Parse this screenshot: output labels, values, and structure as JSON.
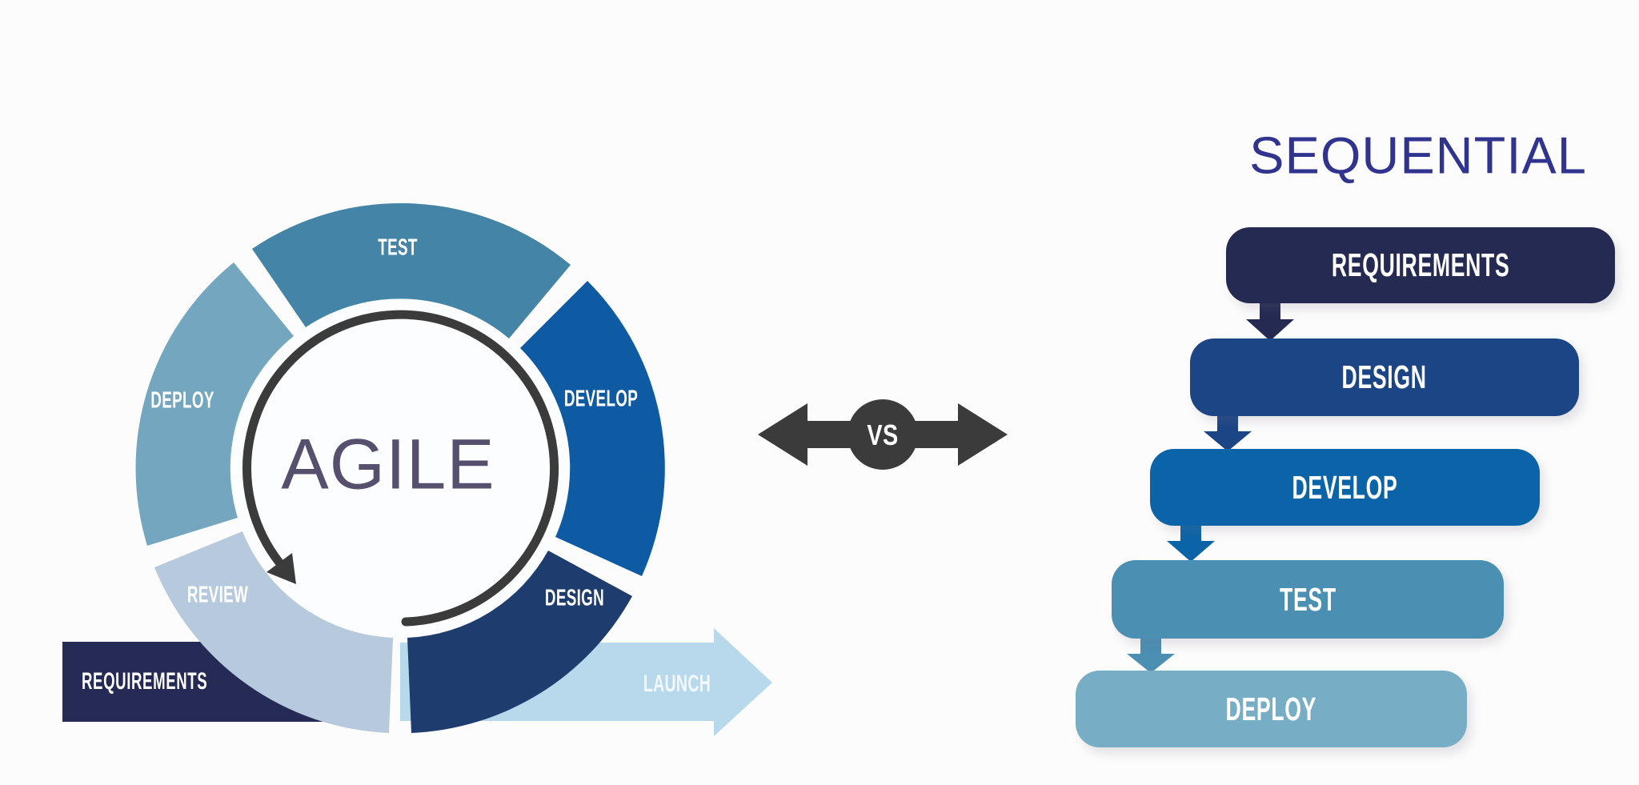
{
  "agile": {
    "center_label": "AGILE",
    "center_color": "#56506e",
    "cycle_arrow_color": "#3b3b3b",
    "segments": [
      {
        "label": "TEST",
        "color": "#4484a6"
      },
      {
        "label": "DEVELOP",
        "color": "#0e5ba4"
      },
      {
        "label": "DESIGN",
        "color": "#1e3c6d"
      },
      {
        "label": "REVIEW",
        "color": "#b6c9dd"
      },
      {
        "label": "DEPLOY",
        "color": "#74a7bf"
      }
    ],
    "banner": {
      "label": "REQUIREMENTS",
      "color": "#262b55"
    },
    "launch": {
      "label": "LAUNCH",
      "color": "#b8d8ec"
    }
  },
  "vs": {
    "label": "VS",
    "color": "#3b3b3b"
  },
  "sequential": {
    "title": "SEQUENTIAL",
    "title_color": "#31348f",
    "steps": [
      {
        "label": "REQUIREMENTS",
        "color": "#242a52"
      },
      {
        "label": "DESIGN",
        "color": "#1c4586"
      },
      {
        "label": "DEVELOP",
        "color": "#0c64a8"
      },
      {
        "label": "TEST",
        "color": "#4b8fb3"
      },
      {
        "label": "DEPLOY",
        "color": "#77aec5"
      }
    ]
  }
}
